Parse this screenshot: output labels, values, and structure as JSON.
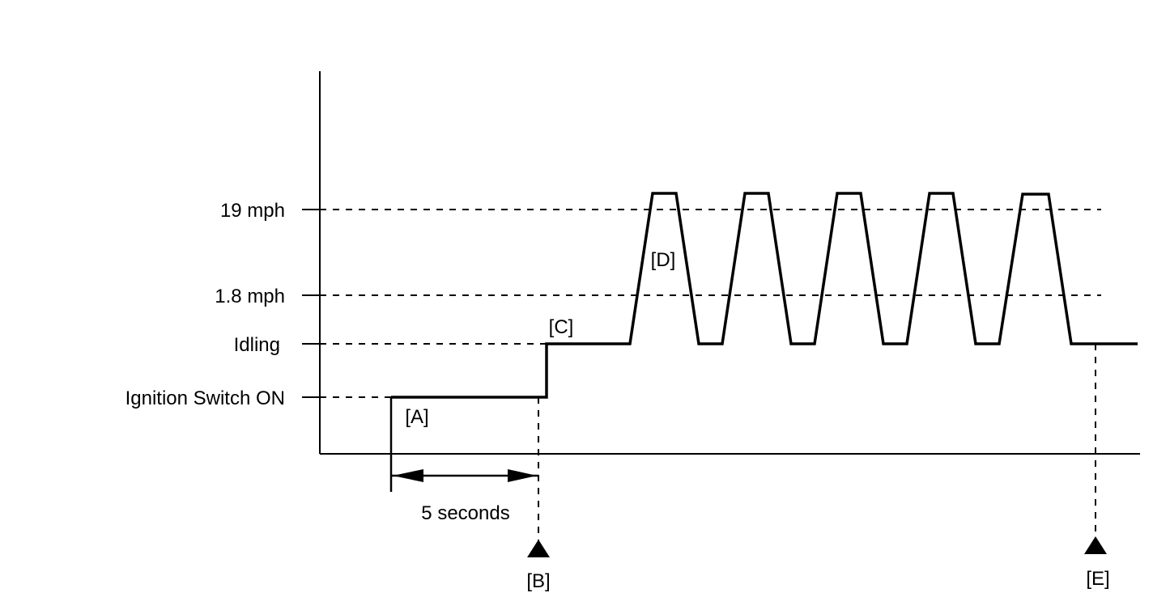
{
  "levels": {
    "speed_19": "19 mph",
    "speed_1_8": "1.8 mph",
    "idling": "Idling",
    "ignition_on": "Ignition Switch ON"
  },
  "markers": {
    "a": "[A]",
    "b": "[B]",
    "c": "[C]",
    "d": "[D]",
    "e": "[E]"
  },
  "duration_label": "5 seconds",
  "cycles_shown": 5
}
